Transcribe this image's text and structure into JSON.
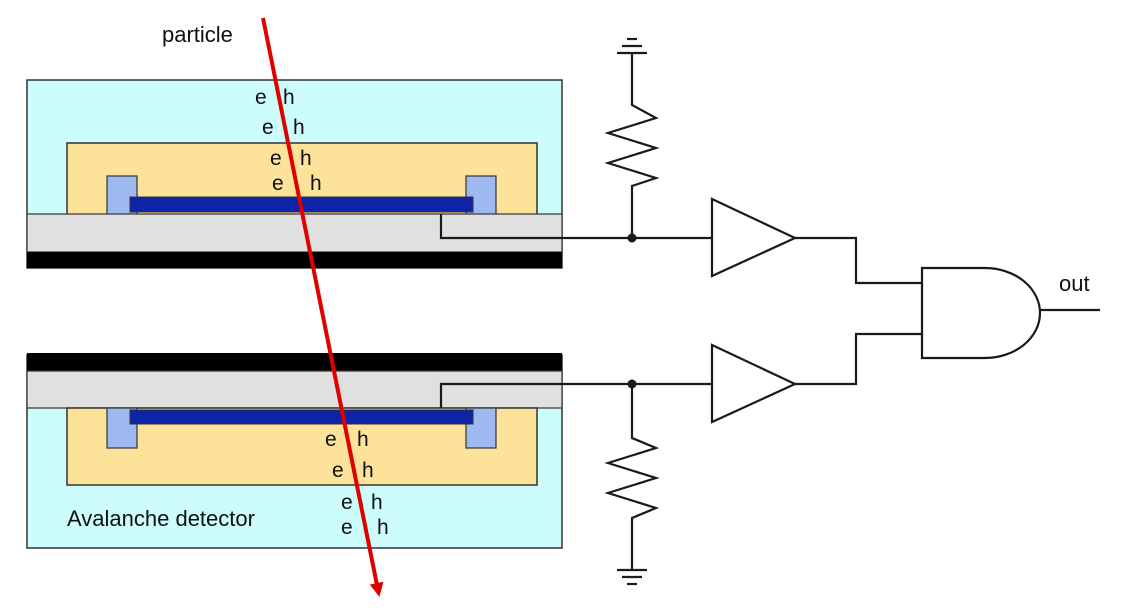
{
  "labels": {
    "particle": "particle",
    "out": "out",
    "detector": "Avalanche detector"
  },
  "carriers": {
    "electron": "e",
    "hole": "h"
  },
  "colors": {
    "outer_box": "#ccfcfc",
    "inner_box": "#fde39a",
    "guard_ring": "#9db9ef",
    "electrode": "#0d24a8",
    "substrate": "#e0e0e0",
    "backplate": "#000000",
    "particle_track": "#e00000",
    "wire": "#1a1a1a"
  },
  "icons": [
    "ground-icon",
    "resistor-icon",
    "amplifier-icon",
    "and-gate-icon",
    "junction-dot-icon",
    "arrow-head-icon"
  ]
}
